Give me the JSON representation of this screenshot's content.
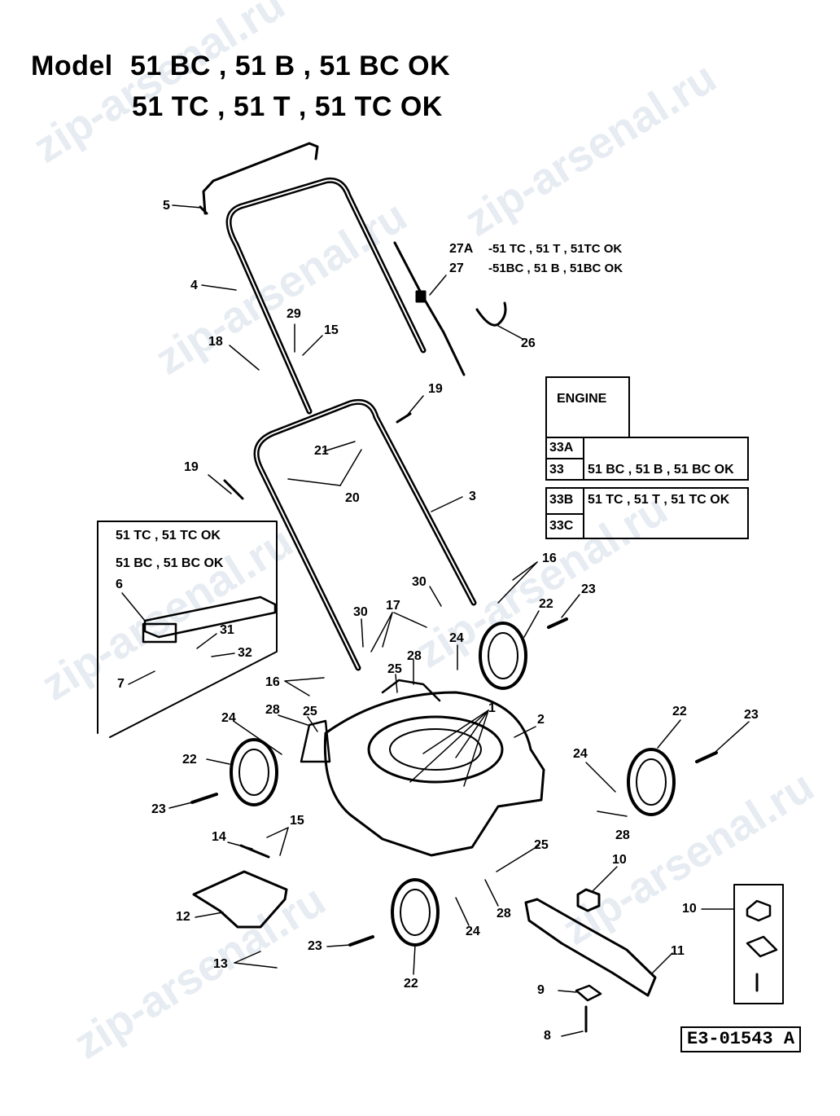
{
  "watermark": "zip-arsenal.ru",
  "title": {
    "model_label": "Model",
    "line1": "51 BC , 51 B , 51 BC OK",
    "line2": "51 TC , 51 T , 51 TC OK"
  },
  "callouts": {
    "c5": "5",
    "c4": "4",
    "c29": "29",
    "c15a": "15",
    "c18a": "18",
    "c27a": "27A",
    "c27": "27",
    "c27a_desc": "-51 TC , 51 T , 51TC OK",
    "c27_desc": "-51BC , 51 B , 51BC OK",
    "c26": "26",
    "c19a": "19",
    "c21": "21",
    "c20": "20",
    "c19b": "19",
    "c3": "3",
    "c16a": "16",
    "c30a": "30",
    "c17": "17",
    "c30b": "30",
    "c22a": "22",
    "c23a": "23",
    "c24a": "24",
    "c28a": "28",
    "c25a": "25",
    "c16b": "16",
    "c6": "6",
    "c31": "31",
    "c32": "32",
    "c7": "7",
    "c28b": "28",
    "c25b": "25",
    "c1": "1",
    "c2": "2",
    "c24b": "24",
    "c22b": "22",
    "c23b": "23",
    "c22c": "22",
    "c23c": "23",
    "c24c": "24",
    "c28c": "28",
    "c25c": "25",
    "c15b": "15",
    "c14": "14",
    "c10a": "10",
    "c28d": "28",
    "c12": "12",
    "c24d": "24",
    "c23d": "23",
    "c13": "13",
    "c22d": "22",
    "c11": "11",
    "c9": "9",
    "c8": "8",
    "c10b": "10"
  },
  "inset": {
    "line1": "51 TC  ,  51 TC OK",
    "line2": "51 BC  ,  51 BC OK"
  },
  "engine_table": {
    "header": "ENGINE",
    "rows": [
      {
        "code": "33A",
        "models": ""
      },
      {
        "code": "33",
        "models": "51 BC , 51 B , 51 BC OK"
      },
      {
        "code": "33B",
        "models": "51 TC , 51 T , 51 TC OK"
      },
      {
        "code": "33C",
        "models": ""
      }
    ]
  },
  "drawing_code": "E3-01543 A"
}
